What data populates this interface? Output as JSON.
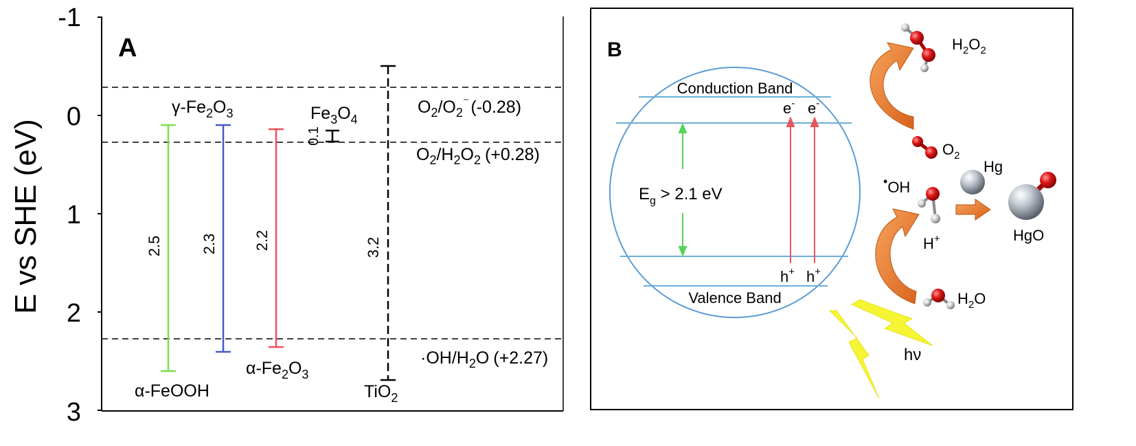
{
  "panel_a": {
    "label": "A",
    "y_axis_title": "E vs SHE (eV)",
    "y_ticks": [
      "-1",
      "0",
      "1",
      "2",
      "3"
    ],
    "redox_lines": [
      {
        "name": "O₂/O₂⁻",
        "value": -0.28,
        "text_main": "O",
        "sub": "2",
        "mid": "/O",
        "sub2": "2",
        "sup": "⁻",
        "tail": "(-0.28)"
      },
      {
        "name": "O₂/H₂O₂",
        "value": 0.28,
        "text_main": "O",
        "sub": "2",
        "mid": "/H",
        "sub2": "2",
        "mid2": "O",
        "sub3": "2",
        "tail": "(+0.28)"
      },
      {
        "name": "·OH/H₂O",
        "value": 2.27,
        "text_main": "·OH/H",
        "sub": "2",
        "mid": "O",
        "tail": "(+2.27)"
      }
    ],
    "materials": [
      {
        "name": "α-FeOOH",
        "cb": 0.1,
        "vb": 2.6,
        "gap": "2.5",
        "color": "#7ee04a"
      },
      {
        "name": "γ-Fe₂O₃",
        "cb": 0.1,
        "vb": 2.4,
        "gap": "2.3",
        "color": "#4659c9"
      },
      {
        "name": "α-Fe₂O₃",
        "cb": 0.15,
        "vb": 2.35,
        "gap": "2.2",
        "color": "#f0505a"
      },
      {
        "name": "Fe₃O₄",
        "cb": 0.17,
        "vb": 0.27,
        "gap": "0.1",
        "color": "#000000"
      },
      {
        "name": "TiO₂",
        "cb": -0.5,
        "vb": 2.7,
        "gap": "3.2",
        "color": "#000000"
      }
    ],
    "labels": {
      "afeooh": "α-FeOOH",
      "gfe2o3_pre": "γ-Fe",
      "gfe2o3_sub": "2",
      "gfe2o3_post": "O",
      "gfe2o3_sub2": "3",
      "afe2o3_pre": "α-Fe",
      "afe2o3_sub": "2",
      "afe2o3_post": "O",
      "afe2o3_sub2": "3",
      "fe3o4_pre": "Fe",
      "fe3o4_sub": "3",
      "fe3o4_post": "O",
      "fe3o4_sub2": "4",
      "tio2_pre": "TiO",
      "tio2_sub": "2"
    }
  },
  "panel_b": {
    "label": "B",
    "conduction_band": "Conduction Band",
    "valence_band": "Valence Band",
    "electron": "e",
    "electron_sup": "-",
    "hole": "h",
    "hole_sup": "+",
    "gap_pre": "E",
    "gap_sub": "g",
    "gap_post": " > 2.1 eV",
    "light": "hν",
    "species": {
      "h2o2_pre": "H",
      "h2o2_sub": "2",
      "h2o2_post": "O",
      "h2o2_sub2": "2",
      "o2_pre": "O",
      "o2_sub": "2",
      "oh_dot": "•",
      "oh": "OH",
      "hg": "Hg",
      "hplus_pre": "H",
      "hplus_sup": "+",
      "hgo": "HgO",
      "h2o_pre": "H",
      "h2o_sub": "2",
      "h2o_post": "O"
    },
    "colors": {
      "band_line": "#6baed6",
      "circle": "#5b9bd5",
      "arrow_orange": "#e8782a",
      "arrow_red": "#e8555a",
      "arrow_green": "#55d45a",
      "lightning": "#f5f533",
      "oxygen": "#e02020",
      "hydrogen": "#d8d8d8",
      "mercury": "#b8bec6"
    }
  }
}
